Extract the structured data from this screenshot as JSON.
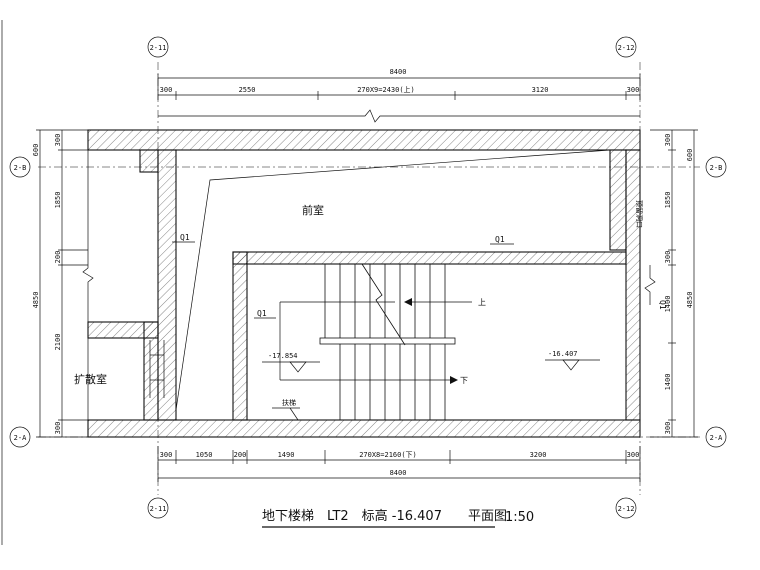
{
  "axes": {
    "a1": "2-11",
    "a2": "2-12",
    "b": "2-B",
    "a": "2-A"
  },
  "top_dims": {
    "overall": "8400",
    "segments": [
      "300",
      "2550",
      "270X9=2430(上)",
      "3120",
      "300"
    ]
  },
  "bottom_dims": {
    "overall": "8400",
    "segments": [
      "300",
      "1050",
      "200",
      "1490",
      "270X8=2160(下)",
      "3200",
      "300"
    ]
  },
  "left_dims": {
    "overall": "4850",
    "segments": [
      "600",
      "300",
      "1850",
      "200",
      "2100",
      "300"
    ]
  },
  "right_dims": {
    "overall": "4850",
    "segments": [
      "600",
      "300",
      "1850",
      "300",
      "1400",
      "1400",
      "300"
    ]
  },
  "rooms": {
    "front_room": "前室",
    "expansion_room": "扩散室"
  },
  "labels": {
    "q1": "Q1",
    "up": "上",
    "down": "下",
    "elev_left": "-17.854",
    "elev_right": "-16.407",
    "handrail": "扶梯",
    "right_wall_note": "预留洞口",
    "right_q1": "Q1"
  },
  "title": {
    "main": "地下楼梯　LT2　标高 -16.407　　平面图",
    "scale": "1:50"
  }
}
